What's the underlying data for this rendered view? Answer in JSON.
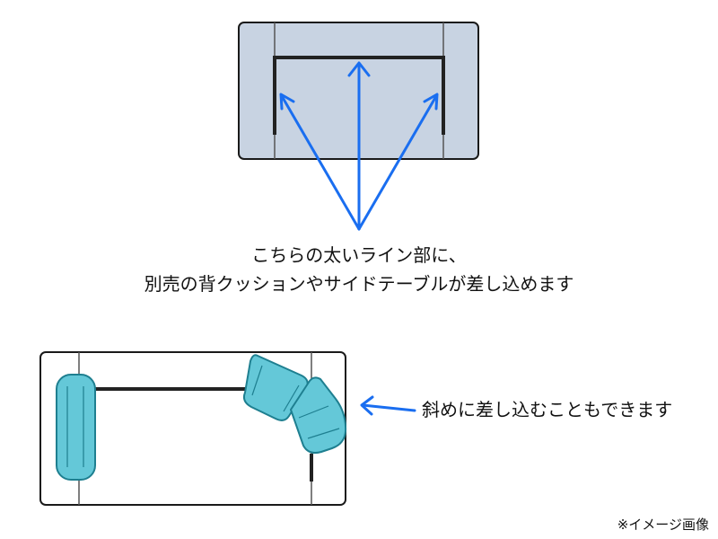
{
  "captions": {
    "top_line_1": "こちらの太いライン部に、",
    "top_line_2": "別売の背クッションやサイドテーブルが差し込めます",
    "bottom": "斜めに差し込むこともできます",
    "image_note": "※イメージ画像"
  },
  "colors": {
    "sofa_fill": "#c8d3e2",
    "outline": "#1a1a1a",
    "rail": "#222222",
    "arrow": "#1a6ef0",
    "cushion_fill": "#64c8d8",
    "cushion_stroke": "#1e7f90"
  }
}
